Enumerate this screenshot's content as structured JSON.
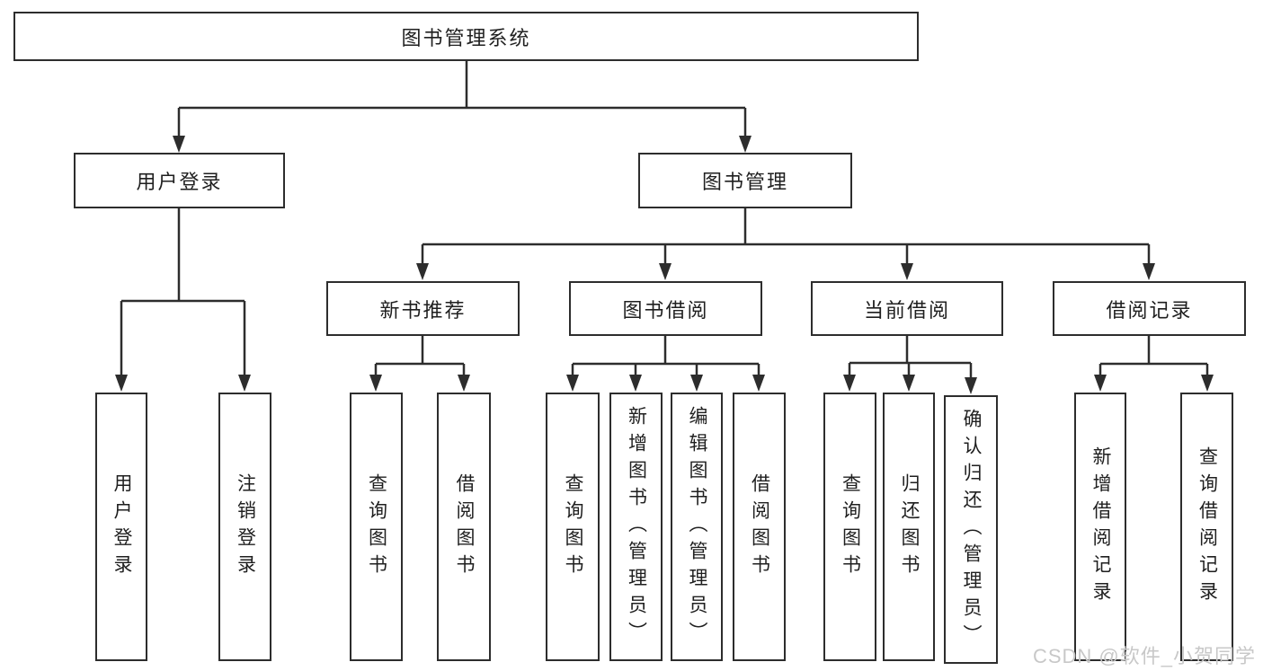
{
  "diagram": {
    "title": "图书管理系统",
    "branches": [
      {
        "label": "用户登录",
        "leaves": [
          "用户登录",
          "注销登录"
        ]
      },
      {
        "label": "图书管理",
        "children": [
          {
            "label": "新书推荐",
            "leaves": [
              "查询图书",
              "借阅图书"
            ]
          },
          {
            "label": "图书借阅",
            "leaves": [
              "查询图书",
              "新增图书（管理员）",
              "编辑图书（管理员）",
              "借阅图书"
            ]
          },
          {
            "label": "当前借阅",
            "leaves": [
              "查询图书",
              "归还图书",
              "确认归还（管理员）"
            ]
          },
          {
            "label": "借阅记录",
            "leaves": [
              "新增借阅记录",
              "查询借阅记录"
            ]
          }
        ]
      }
    ]
  },
  "watermark": {
    "text": "CSDN @软件_小贺同学"
  },
  "colors": {
    "line": "#2d2d2d",
    "border": "#2d2d2d",
    "text": "#1f1f1f",
    "watermark": "#c8c8c8",
    "background": "#ffffff"
  }
}
